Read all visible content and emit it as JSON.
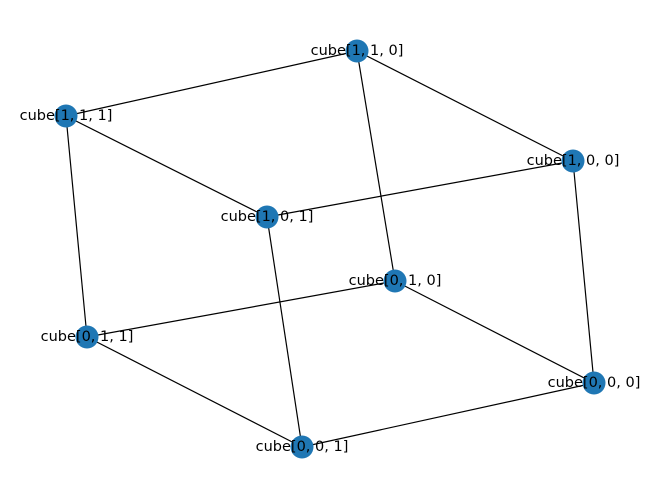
{
  "graph": {
    "node_color": "#1f77b4",
    "edge_color": "#000000",
    "nodes": [
      {
        "id": "n110",
        "label": "cube[1, 1, 0]"
      },
      {
        "id": "n111",
        "label": "cube[1, 1, 1]"
      },
      {
        "id": "n100",
        "label": "cube[1, 0, 0]"
      },
      {
        "id": "n101",
        "label": "cube[1, 0, 1]"
      },
      {
        "id": "n010",
        "label": "cube[0, 1, 0]"
      },
      {
        "id": "n011",
        "label": "cube[0, 1, 1]"
      },
      {
        "id": "n000",
        "label": "cube[0, 0, 0]"
      },
      {
        "id": "n001",
        "label": "cube[0, 0, 1]"
      }
    ],
    "edges": [
      [
        "n110",
        "n111"
      ],
      [
        "n110",
        "n100"
      ],
      [
        "n110",
        "n010"
      ],
      [
        "n111",
        "n101"
      ],
      [
        "n111",
        "n011"
      ],
      [
        "n100",
        "n101"
      ],
      [
        "n100",
        "n000"
      ],
      [
        "n101",
        "n001"
      ],
      [
        "n010",
        "n011"
      ],
      [
        "n010",
        "n000"
      ],
      [
        "n011",
        "n001"
      ],
      [
        "n000",
        "n001"
      ]
    ]
  }
}
